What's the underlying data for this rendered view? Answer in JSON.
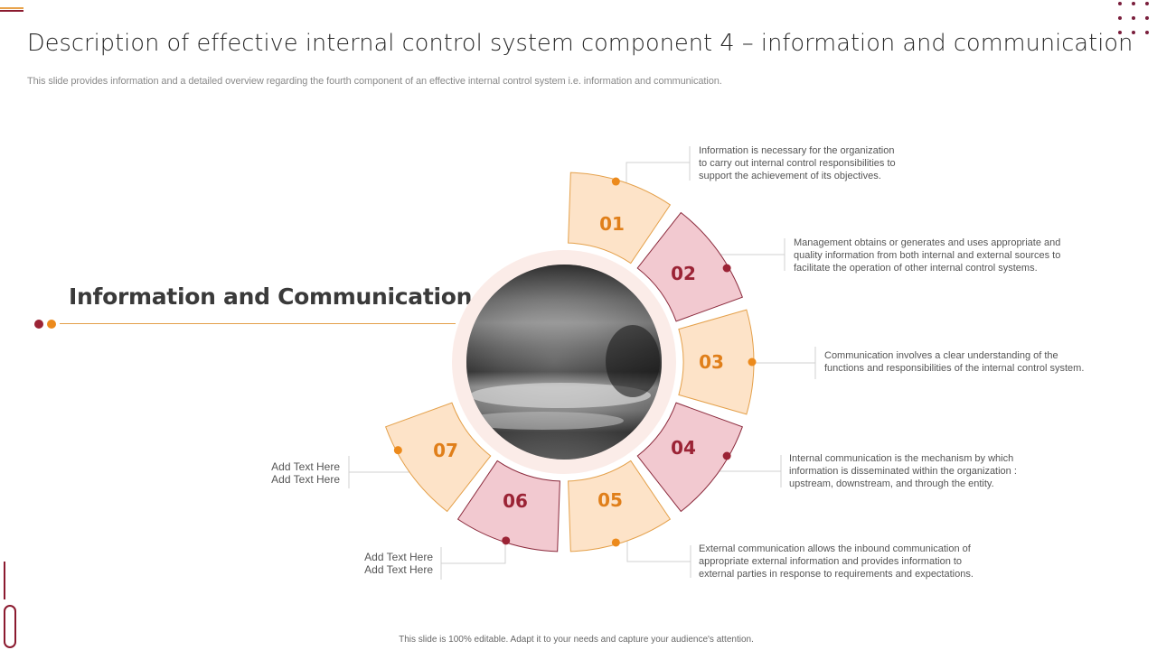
{
  "slide": {
    "title": "Description of effective internal control system component  4 – information and communication",
    "subtitle": "This slide provides information and a detailed overview regarding the fourth component of an effective internal control system i.e. information and communication.",
    "section_title": "Information and Communication",
    "footer": "This slide is 100% editable.  Adapt it to your needs and capture your audience's attention."
  },
  "colors": {
    "orange": "#ec8a1c",
    "orange_fill": "#fde3c8",
    "maroon": "#9b2335",
    "pink_fill": "#f2c9d0",
    "ring": "#fbece8"
  },
  "center_image": {
    "icon": "hands-typing-keyboard-photo"
  },
  "segments": [
    {
      "number": "01",
      "style": "orange"
    },
    {
      "number": "02",
      "style": "maroon"
    },
    {
      "number": "03",
      "style": "orange"
    },
    {
      "number": "04",
      "style": "maroon"
    },
    {
      "number": "05",
      "style": "orange"
    },
    {
      "number": "06",
      "style": "maroon"
    },
    {
      "number": "07",
      "style": "orange"
    }
  ],
  "descriptions": [
    {
      "id": "01",
      "lines": [
        "Information is necessary for the organization",
        "to carry  out internal control responsibilities to",
        "support the achievement of its objectives."
      ]
    },
    {
      "id": "02",
      "lines": [
        "Management obtains or generates and uses appropriate and",
        "quality information from both internal and external sources to",
        "facilitate the operation of other internal control systems."
      ]
    },
    {
      "id": "03",
      "lines": [
        "Communication involves a clear understanding of the",
        "functions and responsibilities of the internal control system."
      ]
    },
    {
      "id": "04",
      "lines": [
        "Internal communication is the mechanism by which",
        "information is disseminated within the organization :",
        "upstream, downstream, and through the entity."
      ]
    },
    {
      "id": "05",
      "lines": [
        "External communication allows the inbound communication of",
        "appropriate external information and provides information to",
        "external parties in response to requirements and expectations."
      ]
    },
    {
      "id": "06",
      "lines": [
        "Add Text Here",
        "Add Text Here"
      ]
    },
    {
      "id": "07",
      "lines": [
        "Add Text Here",
        "Add Text Here"
      ]
    }
  ]
}
